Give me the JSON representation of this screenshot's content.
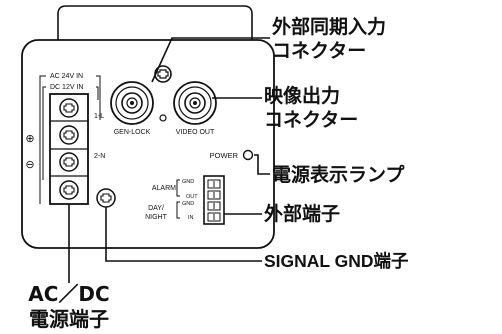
{
  "callouts": {
    "gen_lock_connector": [
      "外部同期入力",
      "コネクター"
    ],
    "video_out_connector": [
      "映像出力",
      "コネクター"
    ],
    "power_lamp": "電源表示ランプ",
    "external_terminal": "外部端子",
    "signal_gnd_terminal": "SIGNAL GND端子",
    "ac_dc_power_terminal": [
      "AC／DC",
      "電源端子"
    ]
  },
  "panel_labels": {
    "ac24v_in": "AC 24V IN",
    "dc12v_in": "DC 12V IN",
    "terminal_1": "1-L",
    "terminal_2": "2-N",
    "gen_lock": "GEN-LOCK",
    "video_out": "VIDEO OUT",
    "power": "POWER",
    "alarm": "ALARM",
    "day_night": [
      "DAY/",
      "NIGHT"
    ],
    "gnd_top": "GND",
    "out": "OUT",
    "gnd_bottom": "GND",
    "in": "IN",
    "plus_symbol": "⊕",
    "minus_symbol": "⊖"
  }
}
